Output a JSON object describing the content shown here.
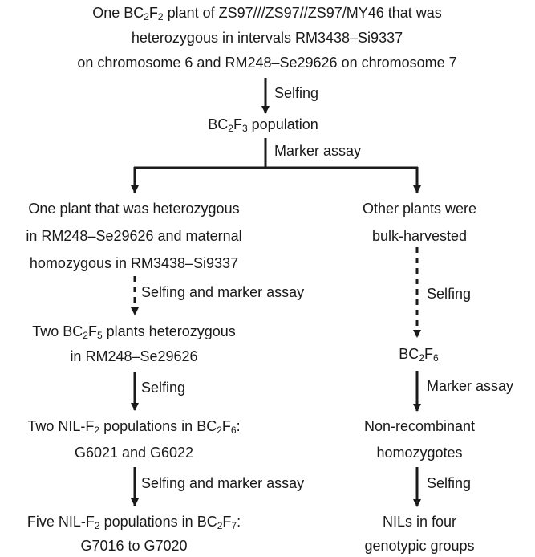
{
  "top_box": {
    "line1_pre": "One BC",
    "line1_sub1": "2",
    "line1_mid": "F",
    "line1_sub2": "2",
    "line1_post": " plant of ZS97///ZS97//ZS97/MY46 that was",
    "line2": "heterozygous in intervals RM3438–Si9337",
    "line3": "on chromosome 6 and RM248–Se29626 on chromosome 7"
  },
  "step1_label": "Selfing",
  "bc2f3": {
    "pre": "BC",
    "sub1": "2",
    "mid": "F",
    "sub2": "3",
    "post": " population"
  },
  "step2_label": "Marker assay",
  "left": {
    "box1_line1": "One plant that was heterozygous",
    "box1_line2": "in RM248–Se29626 and maternal",
    "box1_line3": "homozygous in  RM3438–Si9337",
    "step_a_label": "Selfing and marker assay",
    "box2_line1_pre": "Two BC",
    "box2_line1_sub1": "2",
    "box2_line1_mid": "F",
    "box2_line1_sub2": "5",
    "box2_line1_post": " plants heterozygous",
    "box2_line2": "in RM248–Se29626",
    "step_b_label": "Selfing",
    "box3_line1_pre": "Two NIL-F",
    "box3_line1_sub1": "2",
    "box3_line1_mid": " populations in BC",
    "box3_line1_sub2": "2",
    "box3_line1_mid2": "F",
    "box3_line1_sub3": "6",
    "box3_line1_post": ":",
    "box3_line2": "G6021 and G6022",
    "step_c_label": "Selfing and marker assay",
    "box4_line1_pre": "Five NIL-F",
    "box4_line1_sub1": "2",
    "box4_line1_mid": " populations in BC",
    "box4_line1_sub2": "2",
    "box4_line1_mid2": "F",
    "box4_line1_sub3": "7",
    "box4_line1_post": ":",
    "box4_line2": "G7016 to G7020"
  },
  "right": {
    "box1_line1": "Other plants were",
    "box1_line2": "bulk-harvested",
    "step_a_label": "Selfing",
    "box2_pre": "BC",
    "box2_sub1": "2",
    "box2_mid": "F",
    "box2_sub2": "6",
    "step_b_label": "Marker assay",
    "box3_line1": "Non-recombinant",
    "box3_line2": "homozygotes",
    "step_c_label": "Selfing",
    "box4_line1": "NILs in four",
    "box4_line2": "genotypic groups"
  },
  "colors": {
    "line": "#1a1a1a",
    "text": "#1a1a1a"
  }
}
